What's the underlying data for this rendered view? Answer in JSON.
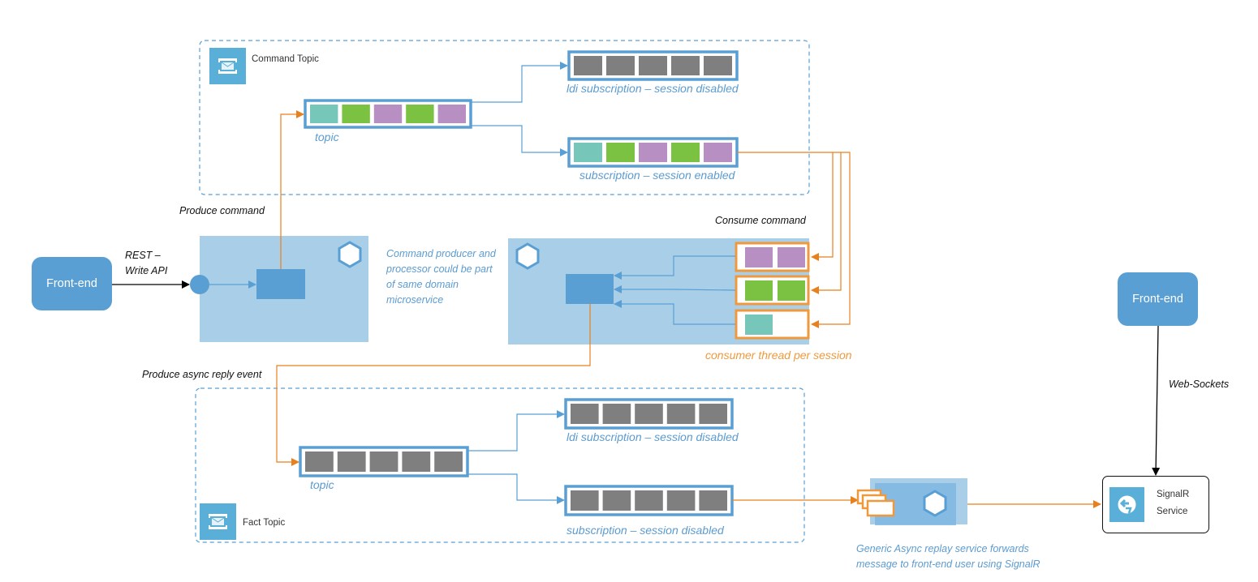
{
  "colors": {
    "accent_blue": "#5a9fd4",
    "light_blue_fill": "#a9cfe8",
    "orange": "#e8801e",
    "orange_border": "#f0993c",
    "grey_message": "#7f7f7f",
    "teal_message": "#76c6ba",
    "green_message": "#7bc142",
    "purple_message": "#b78fc3"
  },
  "command_topic": {
    "title": "Command Topic",
    "icon": "service-bus-topic-icon",
    "topic": {
      "label": "topic",
      "messages": [
        "teal",
        "green",
        "purple",
        "green",
        "purple"
      ]
    },
    "subscriptions": [
      {
        "label": "ldi subscription – session disabled",
        "messages": [
          "grey",
          "grey",
          "grey",
          "grey",
          "grey"
        ]
      },
      {
        "label": "subscription – session enabled",
        "messages": [
          "teal",
          "green",
          "purple",
          "green",
          "purple"
        ]
      }
    ]
  },
  "fact_topic": {
    "title": "Fact Topic",
    "icon": "service-bus-topic-icon",
    "topic": {
      "label": "topic",
      "messages": [
        "grey",
        "grey",
        "grey",
        "grey",
        "grey"
      ]
    },
    "subscriptions": [
      {
        "label": "ldi subscription – session disabled",
        "messages": [
          "grey",
          "grey",
          "grey",
          "grey",
          "grey"
        ]
      },
      {
        "label": "subscription – session disabled",
        "messages": [
          "grey",
          "grey",
          "grey",
          "grey",
          "grey"
        ]
      }
    ]
  },
  "front_end_left": {
    "label": "Front-end"
  },
  "front_end_right": {
    "label": "Front-end"
  },
  "edges": {
    "rest_api": "REST –\nWrite API",
    "rest_line1": "REST –",
    "rest_line2": "Write API",
    "produce_command": "Produce command",
    "consume_command": "Consume command",
    "produce_async_reply": "Produce async reply event",
    "web_sockets": "Web-Sockets"
  },
  "notes": {
    "producer_processor": "Command producer and processor could be part of same domain microservice",
    "consumer_thread": "consumer thread per session",
    "generic_async": "Generic Async replay service forwards message to front-end user using SignalR",
    "generic_async_line1": "Generic Async replay service forwards",
    "generic_async_line2": "message to front-end user using SignalR"
  },
  "session_consumers": [
    {
      "messages": [
        "purple",
        "purple"
      ]
    },
    {
      "messages": [
        "green",
        "green"
      ]
    },
    {
      "messages": [
        "teal"
      ]
    }
  ],
  "signalr": {
    "line1": "SignalR",
    "line2": "Service",
    "icon": "signalr-icon"
  },
  "microservice_icon": "hexagon-icon"
}
